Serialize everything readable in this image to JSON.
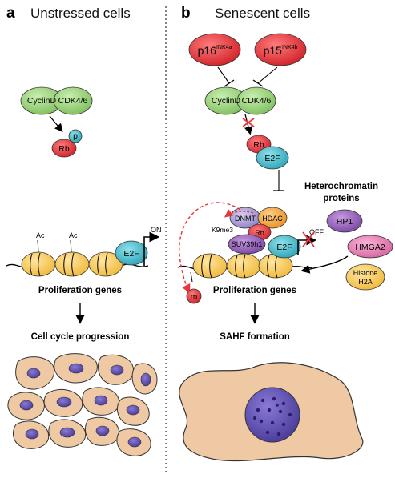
{
  "panel_a": {
    "letter": "a",
    "title": "Unstressed cells",
    "cyclin": "CyclinD",
    "cdk": "CDK4/6",
    "phospho": "p",
    "rb": "Rb",
    "ac1": "Ac",
    "ac2": "Ac",
    "e2f": "E2F",
    "on": "ON",
    "genes": "Proliferation genes",
    "outcome": "Cell cycle progression"
  },
  "panel_b": {
    "letter": "b",
    "title": "Senescent cells",
    "p16_main": "p16",
    "p16_sup": "INK4a",
    "p15_main": "p15",
    "p15_sup": "INK4b",
    "cyclin": "CyclinD",
    "cdk": "CDK4/6",
    "rb": "Rb",
    "e2f": "E2F",
    "dnmt": "DNMT",
    "hdac": "HDAC",
    "rb2": "Rb",
    "suv": "SUV39h1",
    "e2f2": "E2F",
    "k9": "K9me3",
    "m": "m",
    "off": "OFF",
    "hetero_line1": "Heterochromatin",
    "hetero_line2": "proteins",
    "hp1": "HP1",
    "hmga2": "HMGA2",
    "histone_line1": "Histone",
    "histone_line2": "H2A",
    "genes": "Proliferation genes",
    "outcome": "SAHF formation"
  },
  "colors": {
    "green": "#9fd37f",
    "red": "#e8353b",
    "teal": "#3fb8c8",
    "yellow": "#f3c85a",
    "purple": "#8a5bb0",
    "lavender": "#a89ad6",
    "orange": "#f0a030",
    "pink": "#e27cb0",
    "cell": "#efc8a4",
    "nucleus": "#5a4aa8"
  }
}
